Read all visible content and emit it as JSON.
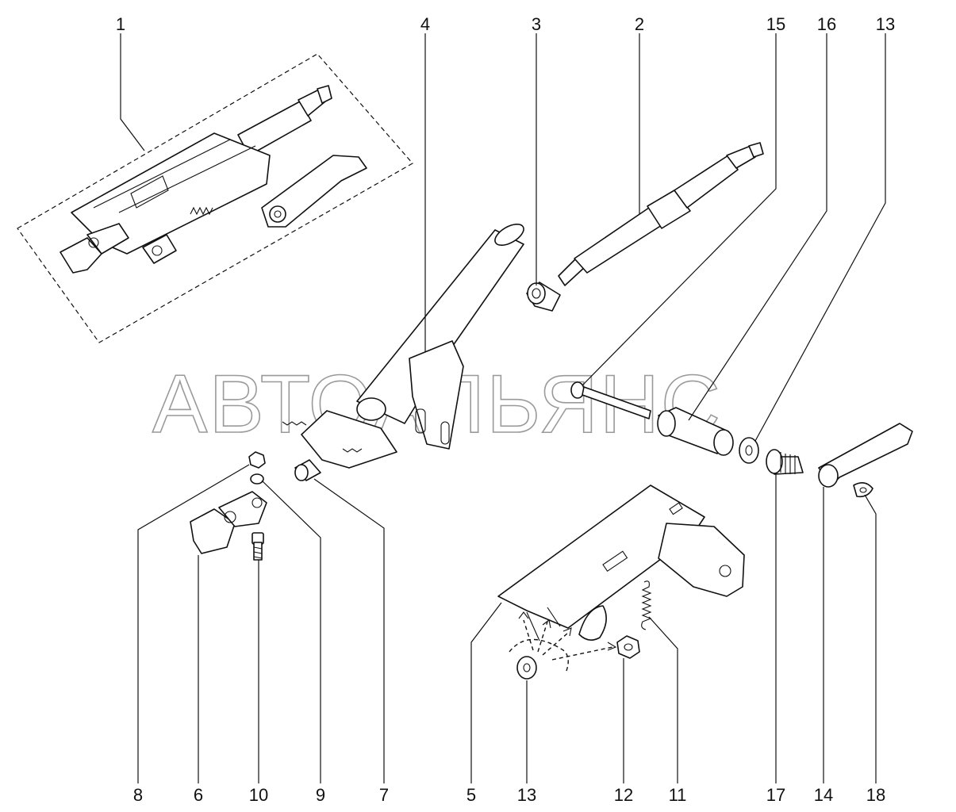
{
  "watermark": "АВТОАЛЬЯНС",
  "callouts_top": [
    "1",
    "4",
    "3",
    "2",
    "15",
    "16",
    "13"
  ],
  "callouts_bottom": [
    "8",
    "6",
    "10",
    "9",
    "7",
    "5",
    "13",
    "12",
    "11",
    "17",
    "14",
    "18"
  ]
}
